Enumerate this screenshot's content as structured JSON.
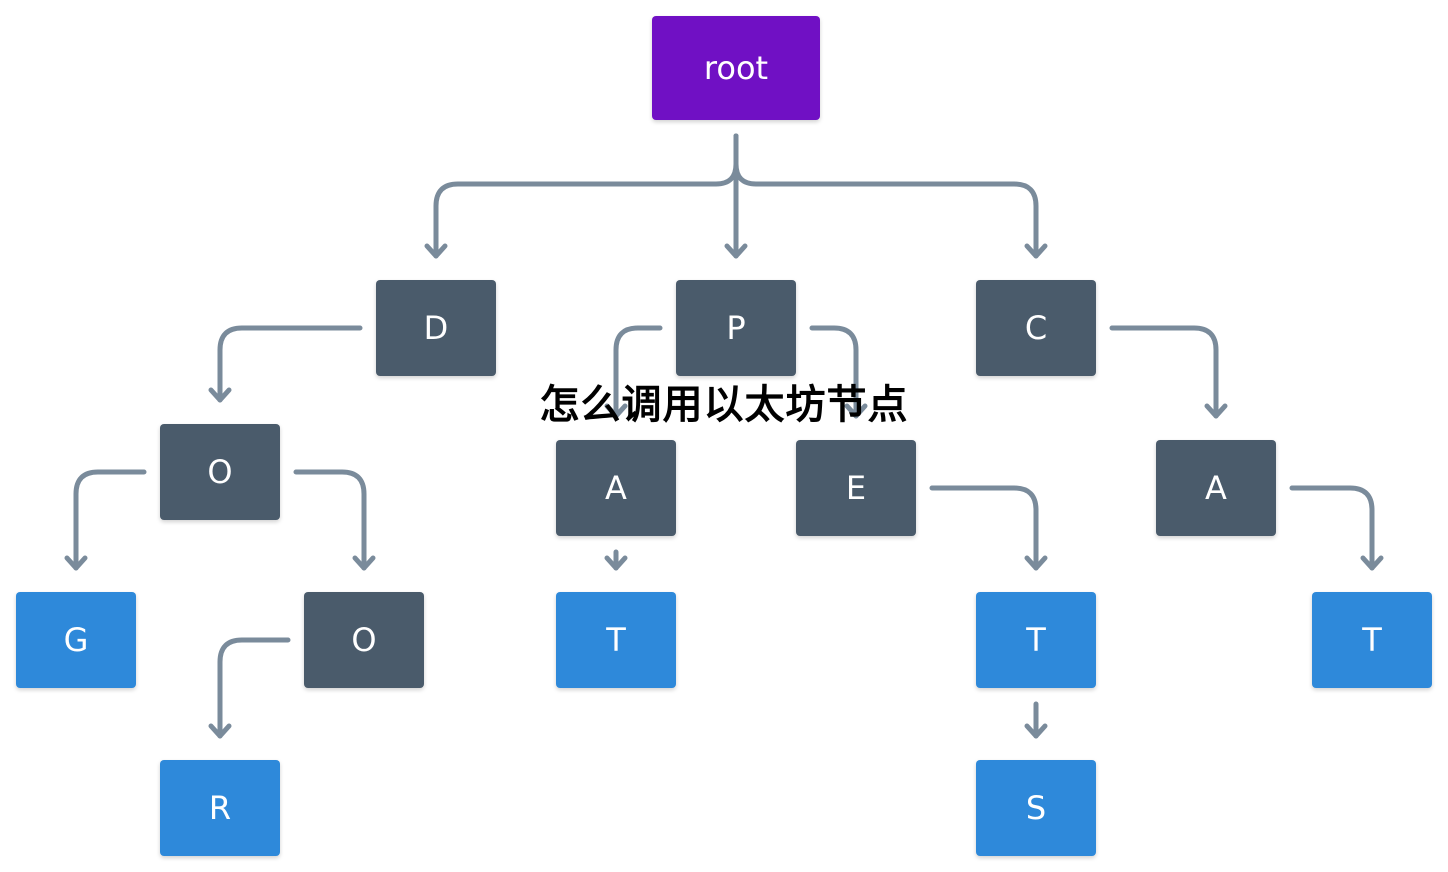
{
  "colors": {
    "root": "#7010c4",
    "inner": "#4a5b6b",
    "leaf": "#2e89da",
    "edge": "#7a8b9b",
    "overlay_text": "#000000"
  },
  "overlay_title": "怎么调用以太坊节点",
  "tree": {
    "nodes": [
      {
        "id": "root",
        "label": "root",
        "kind": "root"
      },
      {
        "id": "D",
        "label": "D",
        "kind": "inner"
      },
      {
        "id": "P",
        "label": "P",
        "kind": "inner"
      },
      {
        "id": "C",
        "label": "C",
        "kind": "inner"
      },
      {
        "id": "O1",
        "label": "O",
        "kind": "inner"
      },
      {
        "id": "PA",
        "label": "A",
        "kind": "inner"
      },
      {
        "id": "PE",
        "label": "E",
        "kind": "inner"
      },
      {
        "id": "CA",
        "label": "A",
        "kind": "inner"
      },
      {
        "id": "G",
        "label": "G",
        "kind": "leaf"
      },
      {
        "id": "O2",
        "label": "O",
        "kind": "inner"
      },
      {
        "id": "PAT",
        "label": "T",
        "kind": "leaf"
      },
      {
        "id": "PET",
        "label": "T",
        "kind": "leaf"
      },
      {
        "id": "CAT",
        "label": "T",
        "kind": "leaf"
      },
      {
        "id": "R",
        "label": "R",
        "kind": "leaf"
      },
      {
        "id": "S",
        "label": "S",
        "kind": "leaf"
      }
    ],
    "edges": [
      [
        "root",
        "D"
      ],
      [
        "root",
        "P"
      ],
      [
        "root",
        "C"
      ],
      [
        "D",
        "O1"
      ],
      [
        "P",
        "PA"
      ],
      [
        "P",
        "PE"
      ],
      [
        "C",
        "CA"
      ],
      [
        "O1",
        "G"
      ],
      [
        "O1",
        "O2"
      ],
      [
        "PA",
        "PAT"
      ],
      [
        "PE",
        "PET"
      ],
      [
        "CA",
        "CAT"
      ],
      [
        "O2",
        "R"
      ],
      [
        "PET",
        "S"
      ]
    ]
  }
}
